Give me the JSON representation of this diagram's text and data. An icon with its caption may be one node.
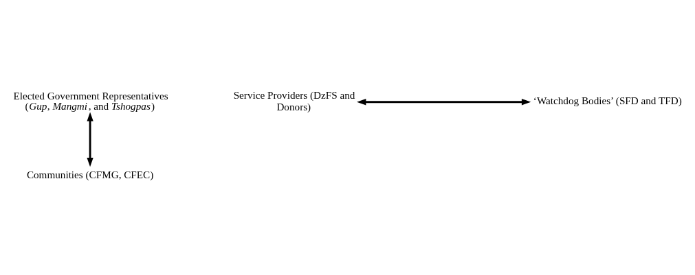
{
  "diagram": {
    "nodes": [
      {
        "text": [
          "Elected Government Representatives (*Gup*, *Mangmi*, and *Tshogpas*)"
        ]
      },
      {
        "text": [
          "Service Providers (DzFS and Donors)"
        ]
      },
      {
        "text": [
          "‘Watchdog Bodies’ (SFD and TFD)"
        ]
      },
      {
        "text": [
          "Communities (CFMG, CFEC)"
        ]
      }
    ],
    "edges": [
      {
        "from": 0,
        "to": 3,
        "arrow": "both"
      },
      {
        "from": 1,
        "to": 2,
        "arrow": "both"
      }
    ]
  }
}
